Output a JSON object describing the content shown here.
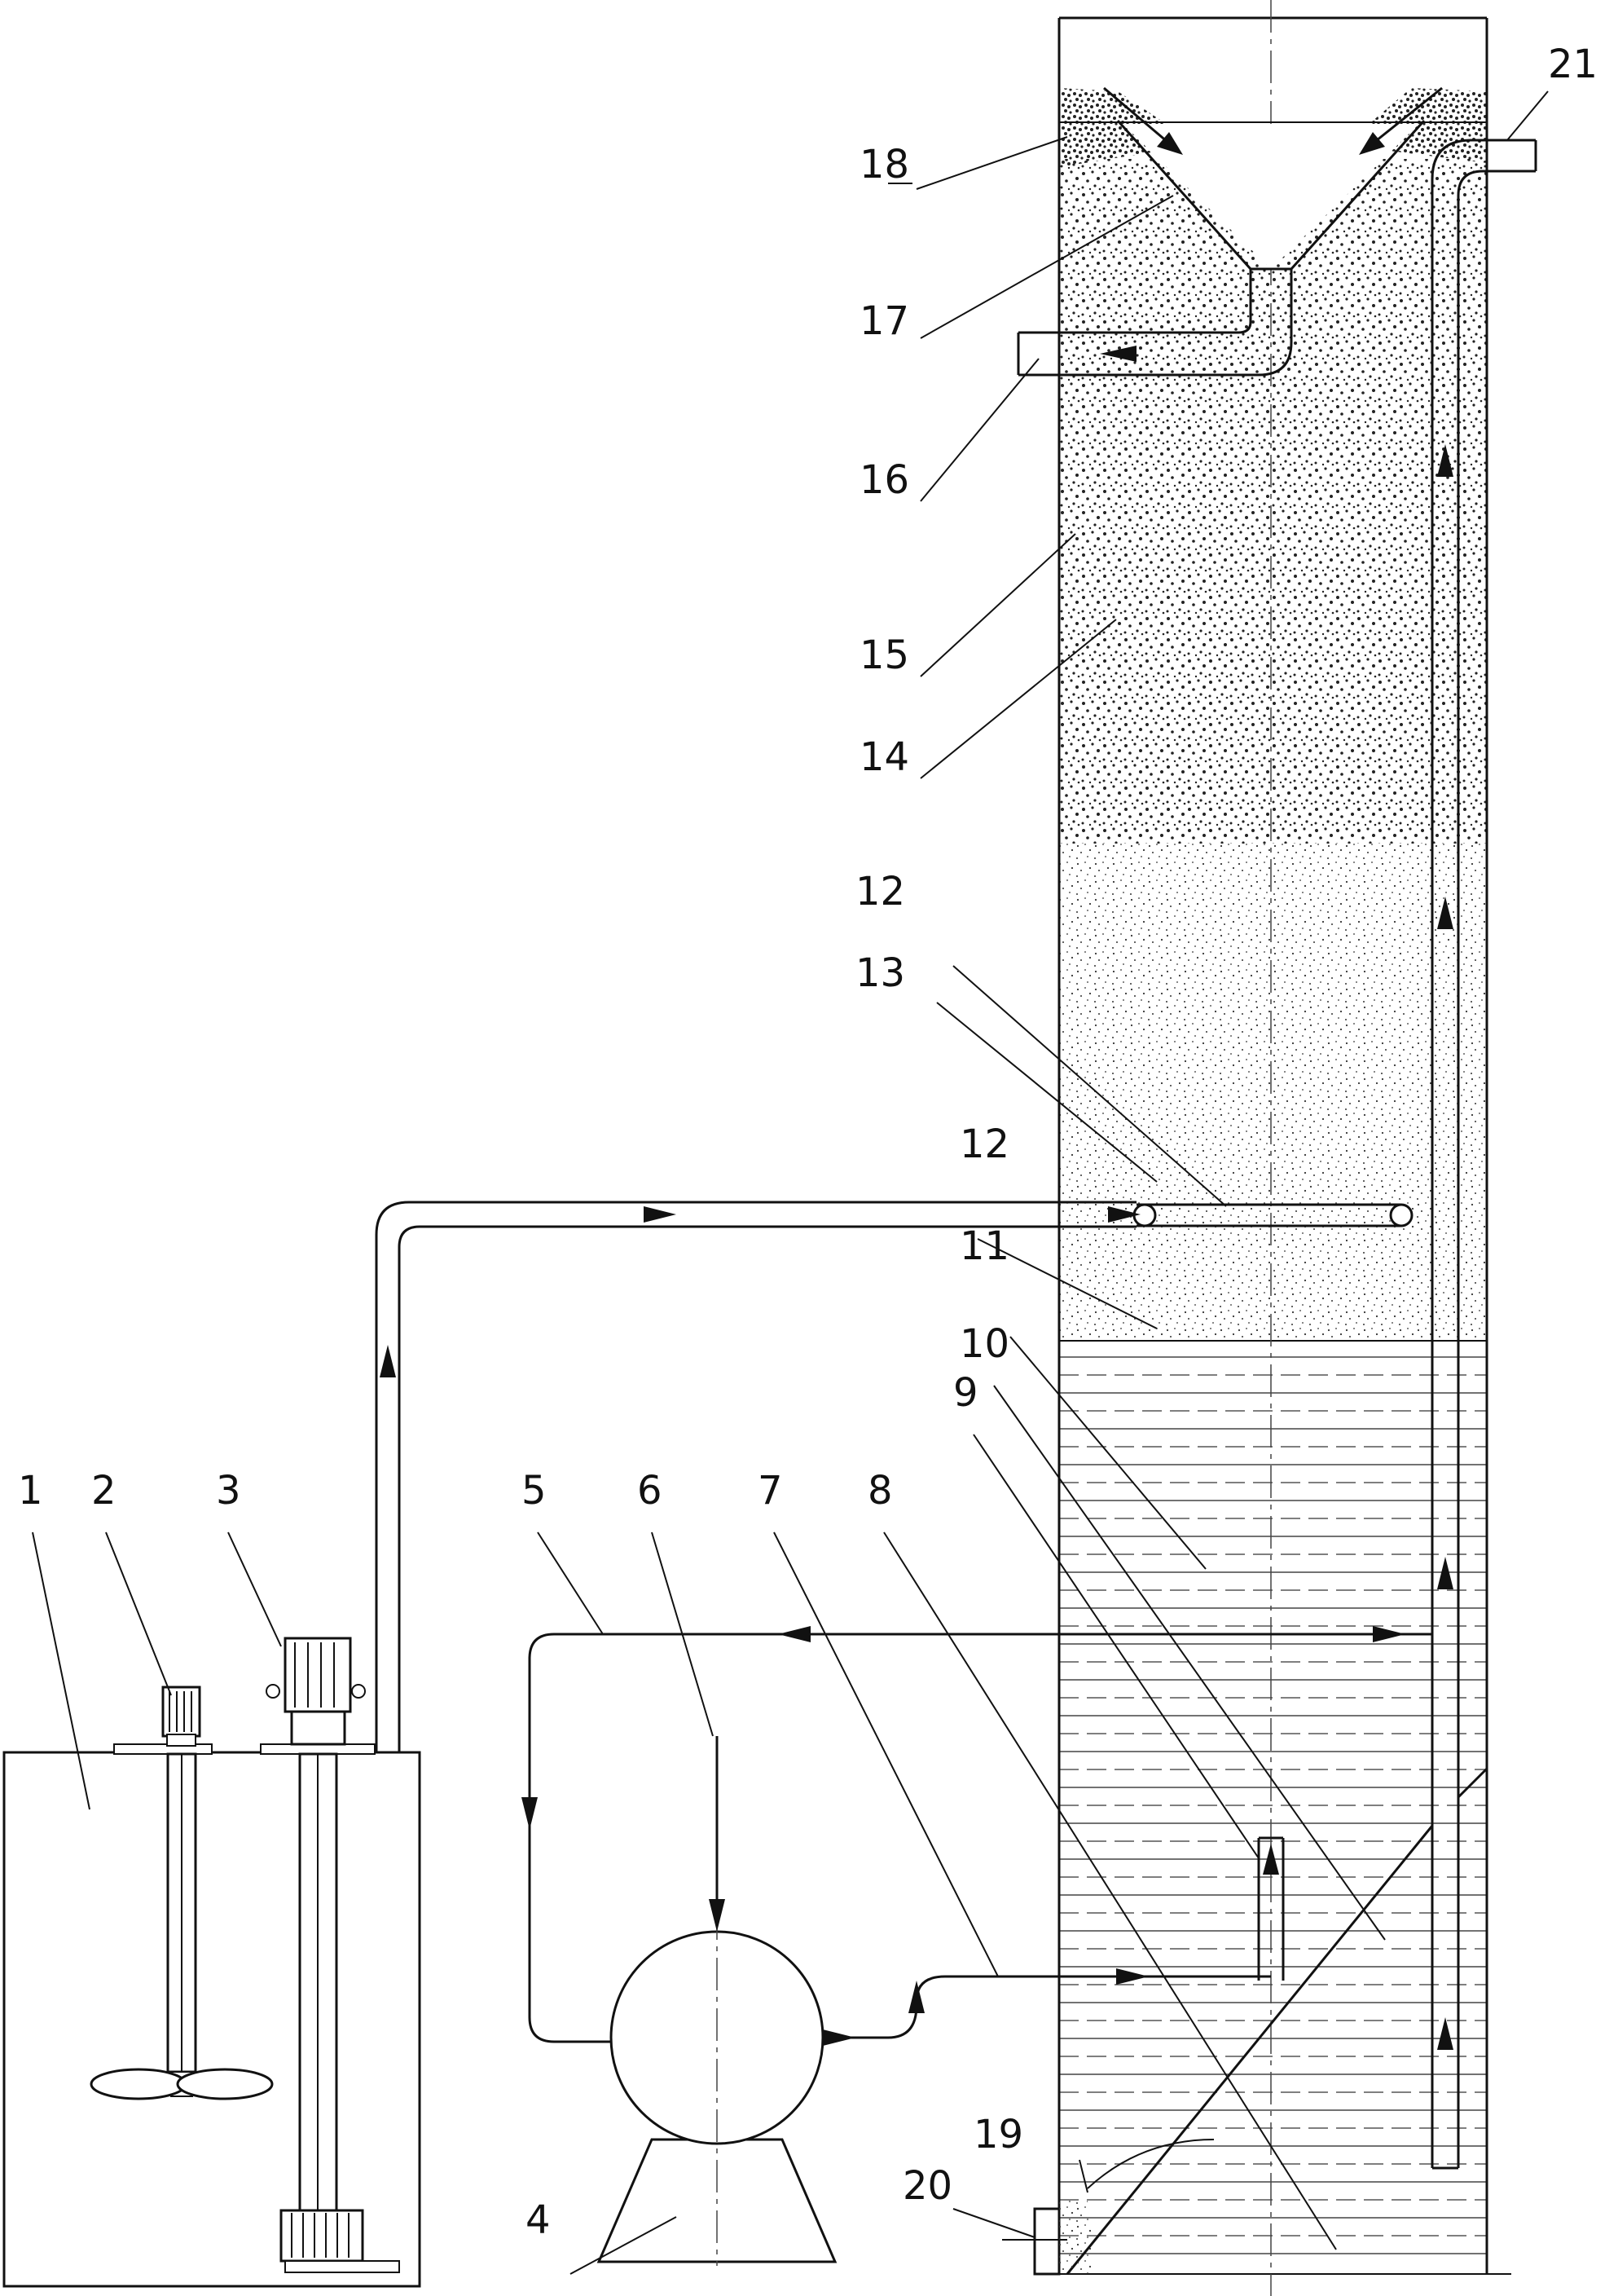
{
  "labels": [
    "1",
    "2",
    "3",
    "4",
    "5",
    "6",
    "7",
    "8",
    "9",
    "10",
    "11",
    "12",
    "12",
    "13",
    "14",
    "15",
    "16",
    "17",
    "18",
    "19",
    "20",
    "21"
  ]
}
